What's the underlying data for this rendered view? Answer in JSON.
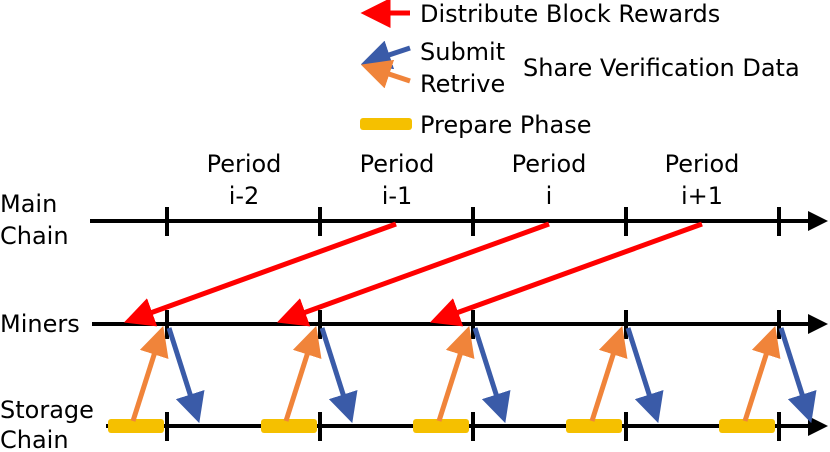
{
  "legend": {
    "items": [
      {
        "label": "Distribute Block Rewards",
        "color": "#ff0000",
        "kind": "arrow"
      },
      {
        "label": "Submit",
        "color": "#3a5ba8",
        "kind": "arrow"
      },
      {
        "label": "Retrive",
        "color": "#f0843a",
        "kind": "arrow"
      },
      {
        "label": "Prepare Phase",
        "color": "#f5c000",
        "kind": "bar"
      }
    ],
    "group_label": "Share Verification Data"
  },
  "rows": {
    "main_chain": [
      "Main",
      "Chain"
    ],
    "miners": "Miners",
    "storage_chain": [
      "Storage",
      "Chain"
    ]
  },
  "periods": [
    {
      "line1": "Period",
      "line2": "i-2"
    },
    {
      "line1": "Period",
      "line2": "i-1"
    },
    {
      "line1": "Period",
      "line2": "i"
    },
    {
      "line1": "Period",
      "line2": "i+1"
    }
  ],
  "colors": {
    "timeline": "#000000",
    "reward": "#ff0000",
    "submit": "#3a5ba8",
    "retrive": "#f0843a",
    "prepare": "#f5c000"
  }
}
